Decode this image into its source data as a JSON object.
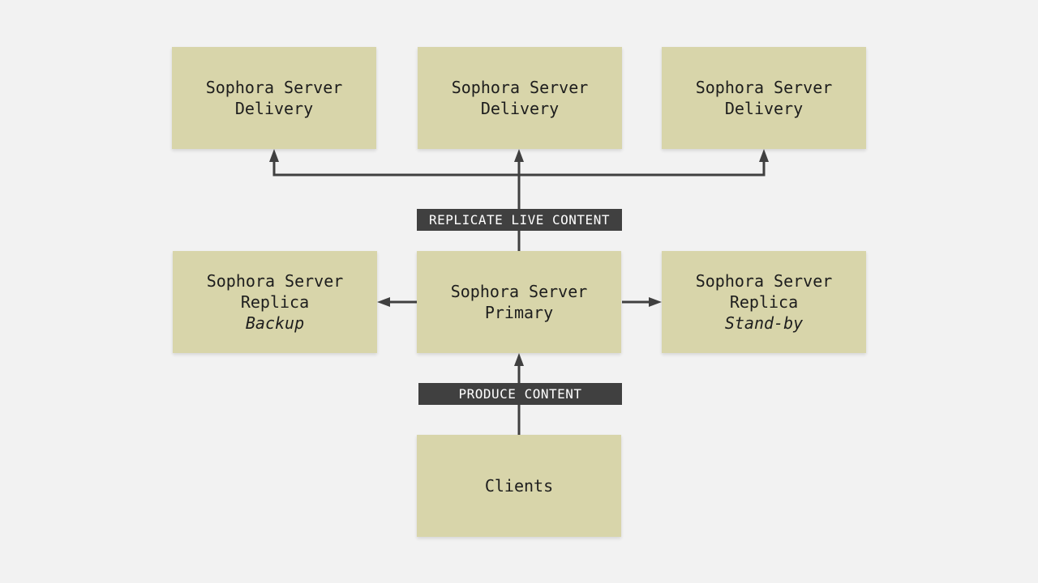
{
  "colors": {
    "background": "#f2f2f2",
    "node_fill": "#d8d5aa",
    "label_fill": "#404040",
    "arrow": "#404040"
  },
  "nodes": {
    "delivery_left": {
      "line1": "Sophora Server",
      "line2": "Delivery"
    },
    "delivery_center": {
      "line1": "Sophora Server",
      "line2": "Delivery"
    },
    "delivery_right": {
      "line1": "Sophora Server",
      "line2": "Delivery"
    },
    "replica_backup": {
      "line1": "Sophora Server",
      "line2": "Replica",
      "line3": "Backup"
    },
    "primary": {
      "line1": "Sophora Server",
      "line2": "Primary"
    },
    "replica_standby": {
      "line1": "Sophora Server",
      "line2": "Replica",
      "line3": "Stand-by"
    },
    "clients": {
      "line1": "Clients"
    }
  },
  "labels": {
    "replicate": "REPLICATE LIVE CONTENT",
    "produce": "PRODUCE CONTENT"
  },
  "edges": [
    {
      "from": "primary",
      "to": "delivery_left",
      "label": "replicate"
    },
    {
      "from": "primary",
      "to": "delivery_center",
      "label": "replicate"
    },
    {
      "from": "primary",
      "to": "delivery_right",
      "label": "replicate"
    },
    {
      "from": "primary",
      "to": "replica_backup"
    },
    {
      "from": "primary",
      "to": "replica_standby"
    },
    {
      "from": "clients",
      "to": "primary",
      "label": "produce"
    }
  ]
}
